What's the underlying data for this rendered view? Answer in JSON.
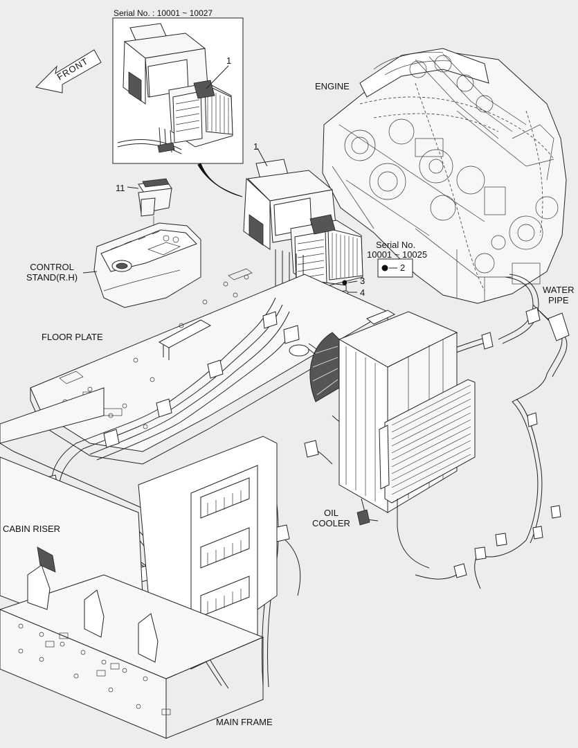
{
  "labels": {
    "serial_top": "Serial No. : 10001 ~ 10027",
    "inset_part": "1",
    "main_part": "1",
    "front": "FRONT",
    "engine": "ENGINE",
    "part_11": "11",
    "control_stand": "CONTROL\nSTAND(R.H)",
    "serial_mid_line1": "Serial No.",
    "serial_mid_line2": "10001 ~ 10025",
    "part_2": "2",
    "part_3": "3",
    "part_4": "4",
    "water_pipe": "WATER\nPIPE",
    "floor_plate": "FLOOR PLATE",
    "oil_cooler": "OIL\nCOOLER",
    "cabin_riser": "CABIN RISER",
    "main_frame": "MAIN FRAME"
  },
  "colors": {
    "background": "#ededed",
    "line": "#222222",
    "fill": "#ffffff"
  }
}
